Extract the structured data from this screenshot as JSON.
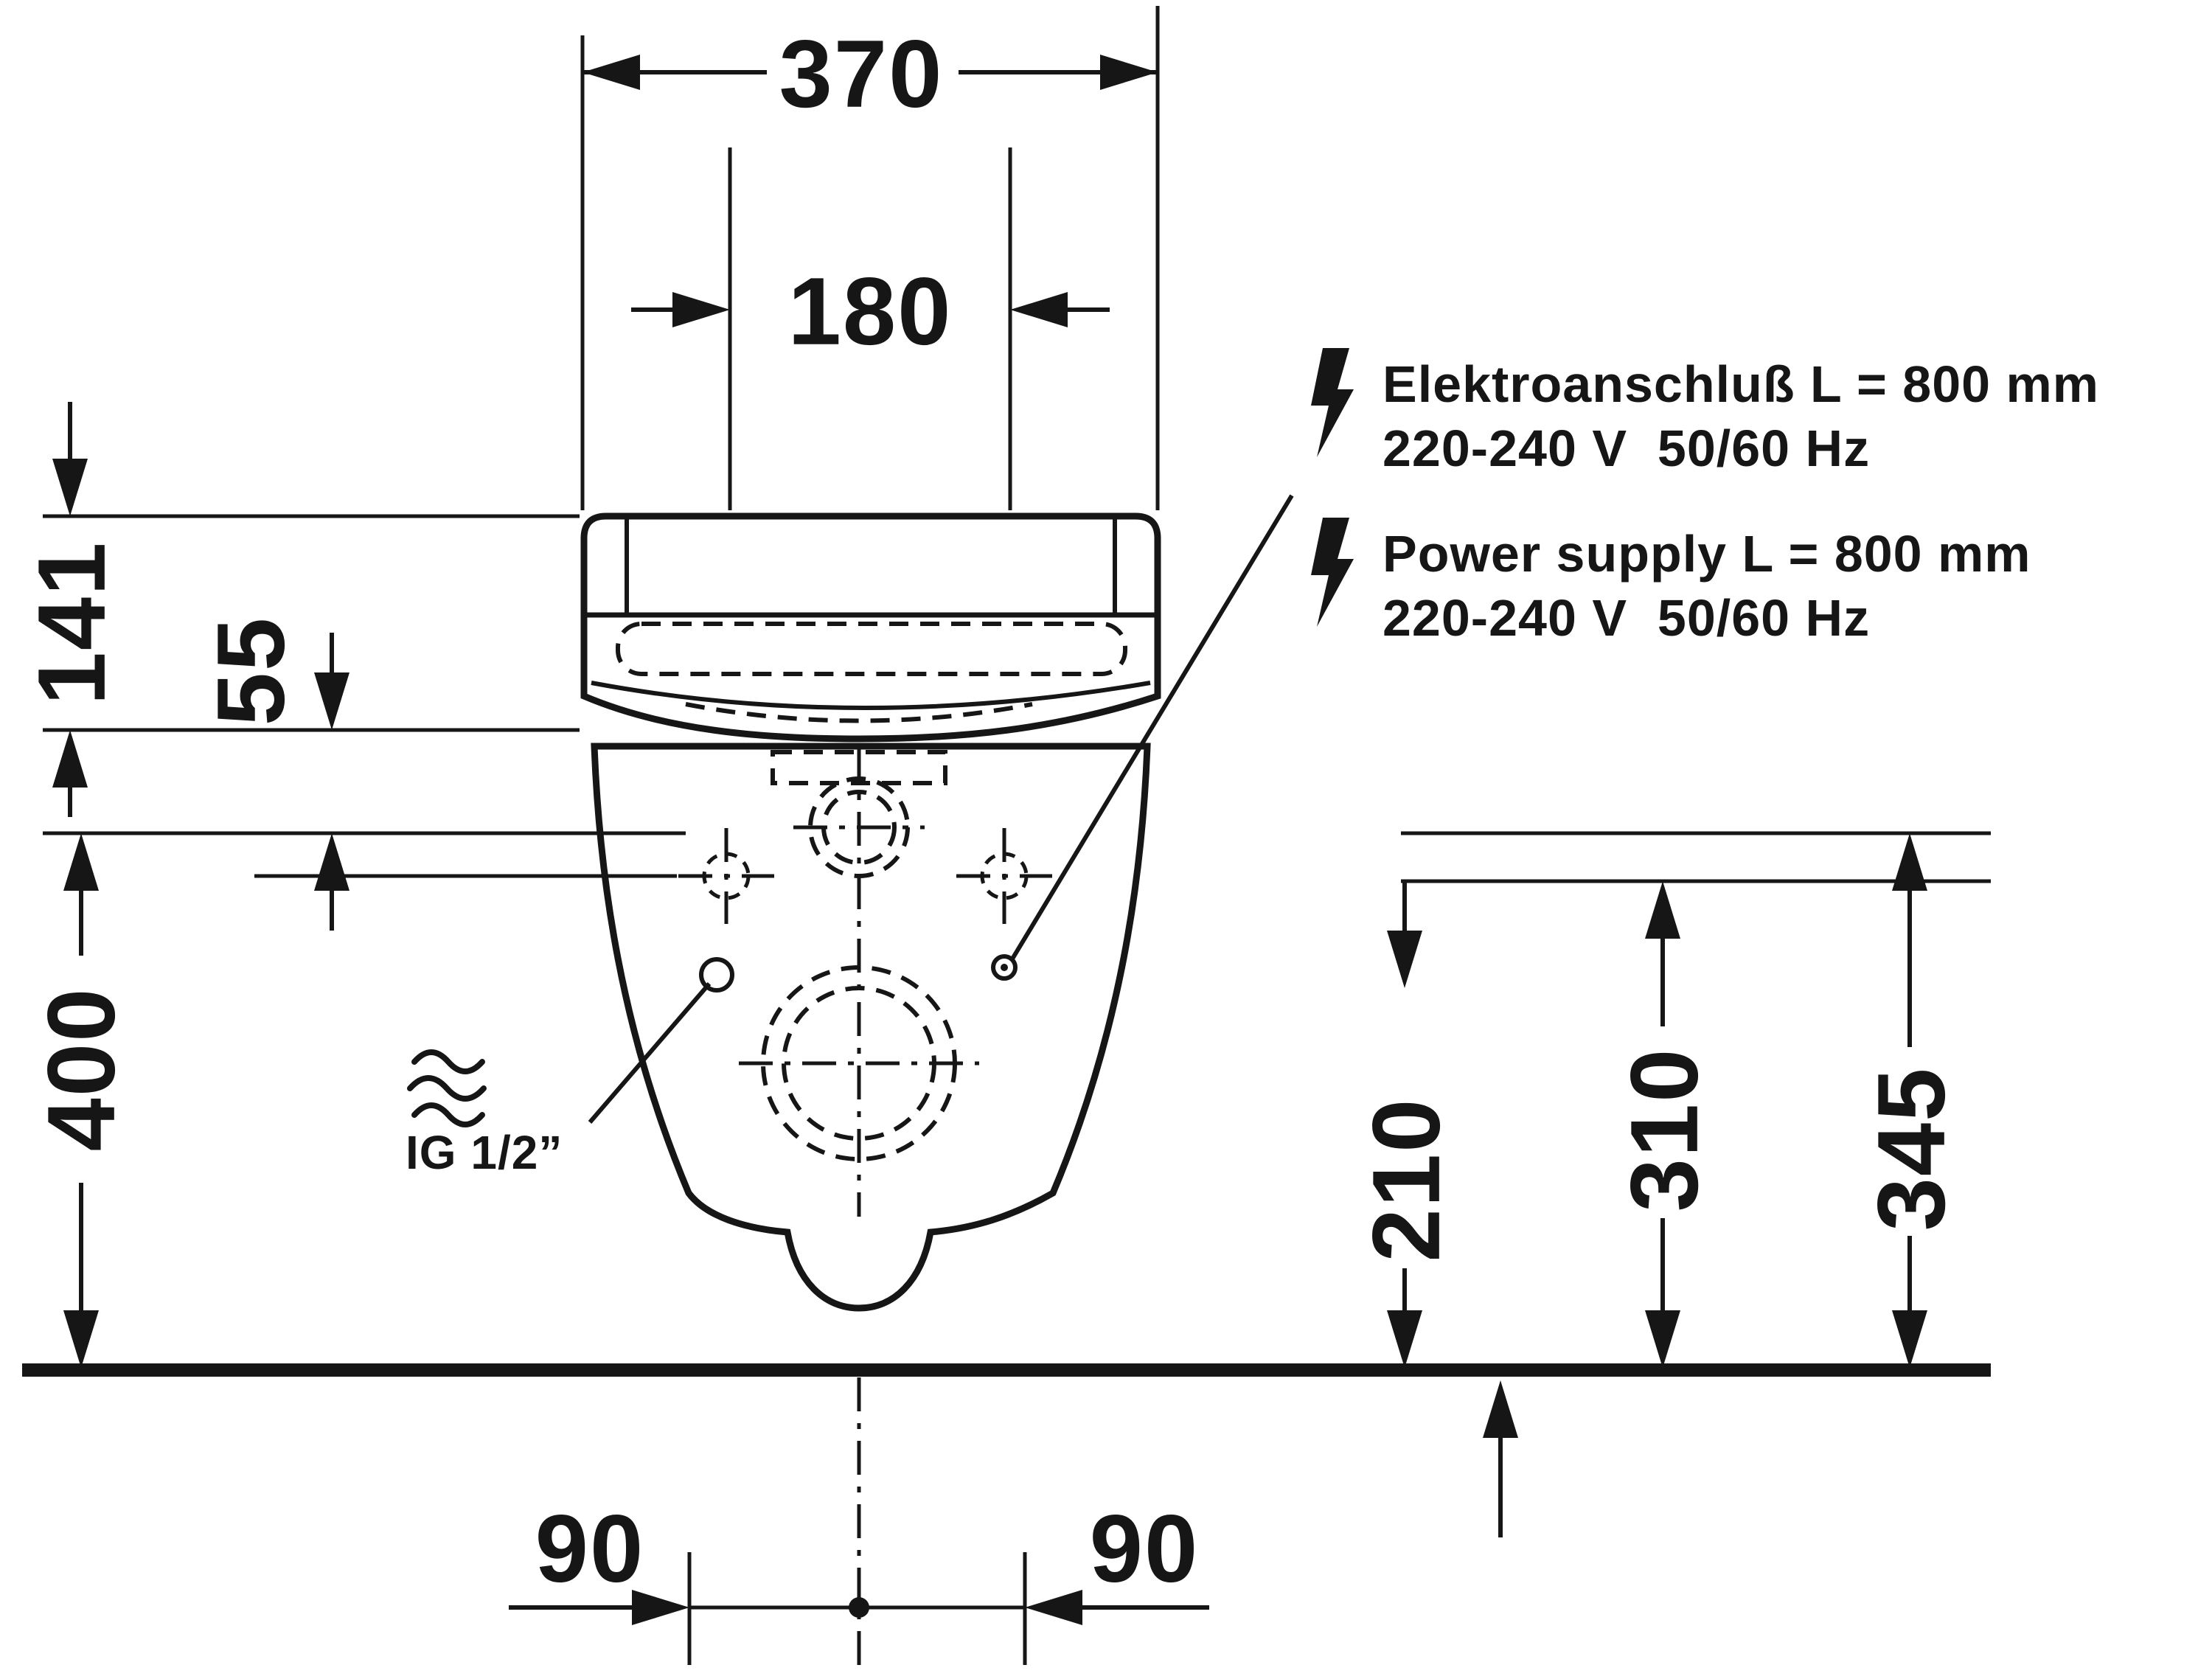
{
  "drawing": {
    "type": "technical-dimension-drawing",
    "subject": "wall-hung shower toilet, front view with installation dimensions",
    "colors": {
      "ink": "#161616",
      "background": "#ffffff"
    },
    "dimensions": {
      "width_370": "370",
      "width_180": "180",
      "height_141": "141",
      "height_55": "55",
      "height_400": "400",
      "height_210": "210",
      "height_310": "310",
      "height_345": "345",
      "offset_left_90": "90",
      "offset_right_90": "90"
    },
    "annotations": {
      "electrical_de_line1": "Elektroanschluß L = 800 mm",
      "electrical_de_line2": "220-240 V  50/60 Hz",
      "electrical_en_line1": "Power supply L = 800 mm",
      "electrical_en_line2": "220-240 V  50/60 Hz",
      "water_inlet": "IG 1/2”"
    }
  }
}
